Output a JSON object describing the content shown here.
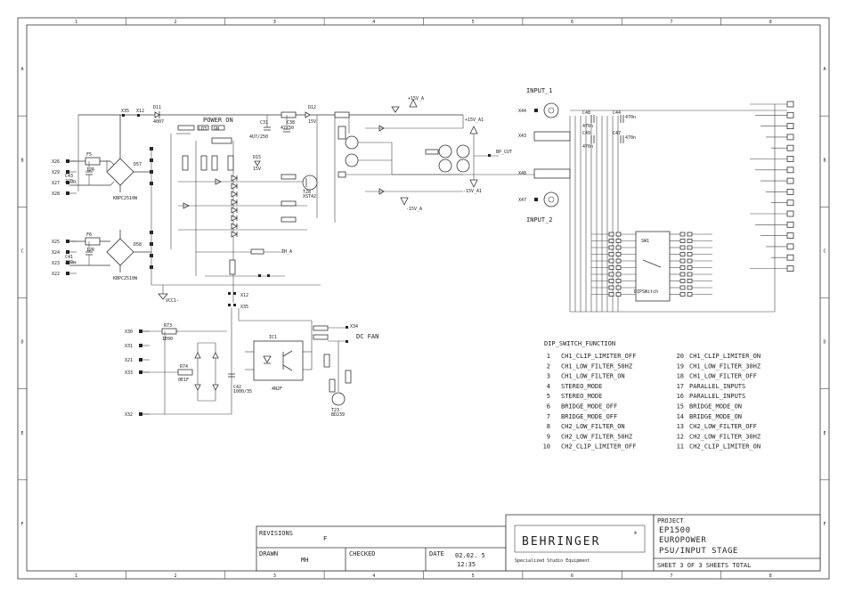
{
  "grid": {
    "columns": [
      "1",
      "2",
      "3",
      "4",
      "5",
      "6",
      "7",
      "8"
    ],
    "rows": [
      "A",
      "B",
      "C",
      "D",
      "E",
      "F"
    ]
  },
  "labels": {
    "power_on": "POWER ON",
    "input_1": "INPUT_1",
    "input_2": "INPUT_2",
    "dc_fan": "DC FAN",
    "ic1": "IC1",
    "ic1_part": "4N2F",
    "vcc": "VCC1-",
    "bp_cut": "BP_CUT",
    "th_a": "TH_A",
    "pos15_a": "+15V_A",
    "neg15_a": "-15V_A",
    "pos15_a1": "+15V_A1",
    "neg15_a1": "-15V_A1",
    "x12": "X12",
    "x35": "X35",
    "x34": "X34",
    "sw1": "SW1",
    "dipswitch": "DIPSWitch"
  },
  "components": {
    "fuse_top": {
      "ref": "F5",
      "value": "12R"
    },
    "fuse_bottom": {
      "ref": "F6",
      "value": "12R"
    },
    "bridge_top": {
      "ref": "D57",
      "value": "KBPC2510W"
    },
    "bridge_bottom": {
      "ref": "D58",
      "value": "KBPC2510W"
    },
    "c43": {
      "ref": "C43",
      "value": "220n"
    },
    "c41": {
      "ref": "C41",
      "value": "220n"
    },
    "c38": {
      "ref": "C38",
      "value": "47/50"
    },
    "c31": {
      "ref": "C31",
      "value": "4U7/250"
    },
    "c42": {
      "ref": "C42",
      "value": "1000/35"
    },
    "d11": {
      "ref": "D11",
      "value": "4007"
    },
    "d12": {
      "ref": "D12",
      "value": "15V"
    },
    "d15": {
      "ref": "D15",
      "value": "15V"
    },
    "t28": {
      "ref": "T28",
      "value": "XST42"
    },
    "t23": {
      "ref": "T23",
      "value": "BD239"
    },
    "r73": {
      "ref": "R73",
      "value": "1E00"
    },
    "r74": {
      "ref": "R74",
      "value": "0E1F"
    },
    "led": {
      "ref": "LD3",
      "value": "GN"
    },
    "c48": {
      "ref": "C48",
      "value": "470n"
    },
    "c49": {
      "ref": "C49",
      "value": "470n"
    },
    "c44": {
      "ref": "C44",
      "value": "470n"
    },
    "c47": {
      "ref": "C47",
      "value": "470n"
    }
  },
  "dip_switch": {
    "title": "DIP_SWITCH_FUNCTION",
    "left": [
      {
        "n": "1",
        "label": "CH1_CLIP_LIMITER_OFF"
      },
      {
        "n": "2",
        "label": "CH1_LOW_FILTER_50HZ"
      },
      {
        "n": "3",
        "label": "CH1_LOW_FILTER_ON"
      },
      {
        "n": "4",
        "label": "STEREO_MODE"
      },
      {
        "n": "5",
        "label": "STEREO_MODE"
      },
      {
        "n": "6",
        "label": "BRIDGE_MODE_OFF"
      },
      {
        "n": "7",
        "label": "BRIDGE_MODE_OFF"
      },
      {
        "n": "8",
        "label": "CH2_LOW_FILTER_ON"
      },
      {
        "n": "9",
        "label": "CH2_LOW_FILTER_50HZ"
      },
      {
        "n": "10",
        "label": "CH2_CLIP_LIMITER_OFF"
      }
    ],
    "right": [
      {
        "n": "20",
        "label": "CH1_CLIP_LIMITER_ON"
      },
      {
        "n": "19",
        "label": "CH1_LOW_FILTER_30HZ"
      },
      {
        "n": "18",
        "label": "CH1_LOW_FILTER_OFF"
      },
      {
        "n": "17",
        "label": "PARALLEL_INPUTS"
      },
      {
        "n": "16",
        "label": "PARALLEL_INPUTS"
      },
      {
        "n": "15",
        "label": "BRIDGE_MODE_ON"
      },
      {
        "n": "14",
        "label": "BRIDGE_MODE_ON"
      },
      {
        "n": "13",
        "label": "CH2_LOW_FILTER_OFF"
      },
      {
        "n": "12",
        "label": "CH2_LOW_FILTER_30HZ"
      },
      {
        "n": "11",
        "label": "CH2_CLIP_LIMITER_ON"
      }
    ]
  },
  "title_block": {
    "revisions_label": "REVISIONS",
    "revisions_value": "F",
    "drawn_label": "DRAWN",
    "drawn_value": "MH",
    "checked_label": "CHECKED",
    "date_label": "DATE",
    "date_value": "02.02. 5",
    "time_value": "12:35",
    "brand": "BEHRINGER",
    "brand_mark": "®",
    "tagline": "Specialized Studio Equipment",
    "project_label": "PROJECT",
    "project_lines": [
      "EP1500",
      "EUROPOWER",
      "PSU/INPUT STAGE"
    ],
    "sheet_text": "SHEET 3   OF 3   SHEETS TOTAL"
  },
  "connectors": {
    "mains_top": [
      "X26",
      "X29",
      "X27",
      "X28"
    ],
    "mains_bottom": [
      "X25",
      "X24",
      "X23",
      "X22"
    ],
    "fan_side": [
      "X30",
      "X31",
      "X21",
      "X33",
      "X32"
    ],
    "inputs": [
      "X44",
      "X43",
      "X48",
      "X47"
    ]
  }
}
